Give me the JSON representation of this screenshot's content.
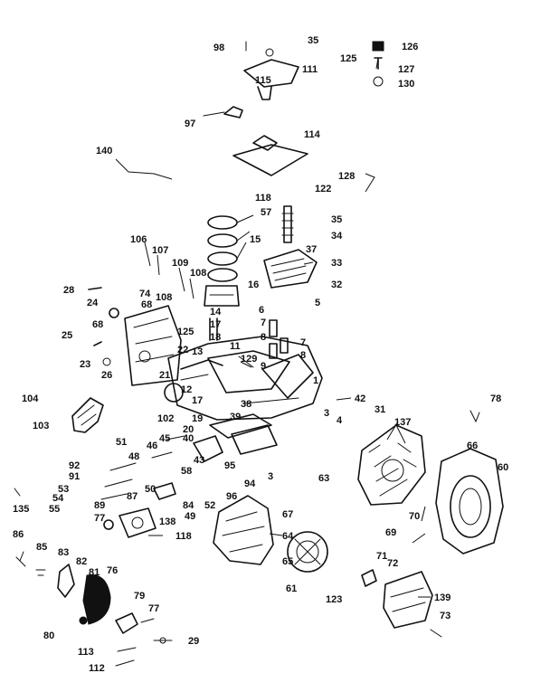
{
  "diagram": {
    "style": "exploded-view line drawing",
    "ink_color": "#111111",
    "background_color": "#ffffff",
    "callouts": [
      "98",
      "35",
      "126",
      "125",
      "127",
      "130",
      "111",
      "115",
      "97",
      "114",
      "140",
      "128",
      "122",
      "118",
      "57",
      "35",
      "34",
      "15",
      "37",
      "33",
      "106",
      "107",
      "109",
      "108",
      "32",
      "16",
      "28",
      "74",
      "68",
      "24",
      "14",
      "5",
      "6",
      "7",
      "25",
      "68",
      "17",
      "18",
      "125",
      "8",
      "7",
      "8",
      "23",
      "26",
      "22",
      "13",
      "11",
      "129",
      "9",
      "21",
      "1",
      "104",
      "12",
      "17",
      "38",
      "42",
      "78",
      "103",
      "102",
      "19",
      "20",
      "39",
      "3",
      "4",
      "31",
      "137",
      "66",
      "60",
      "45",
      "40",
      "43",
      "46",
      "48",
      "51",
      "92",
      "91",
      "95",
      "3",
      "94",
      "58",
      "63",
      "50",
      "53",
      "54",
      "55",
      "135",
      "89",
      "87",
      "84",
      "96",
      "52",
      "77",
      "138",
      "118",
      "49",
      "67",
      "70",
      "64",
      "69",
      "86",
      "85",
      "83",
      "82",
      "81",
      "76",
      "65",
      "61",
      "71",
      "72",
      "123",
      "139",
      "79",
      "77",
      "80",
      "29",
      "113",
      "112",
      "73"
    ]
  }
}
